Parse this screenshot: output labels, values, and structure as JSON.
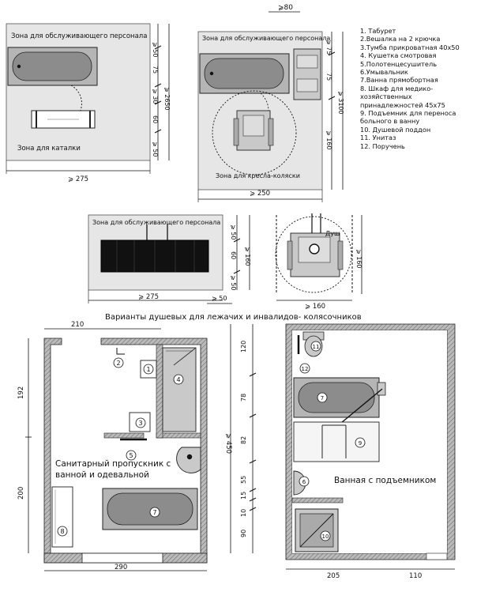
{
  "top_dim": "⩾80",
  "legend": [
    "1. Табурет",
    "2.Вешалка на 2 крючка",
    "3.Тумба прикроватная 40x50",
    "4. Кушетка смотровая",
    "5.Полотенцесушитель",
    "6.Умывальник",
    "7.Ванна прямобортная",
    "8. Шкаф для медико-хозяйственных принадлежностей 45x75",
    "9. Подъемник для переноса больного в ванну",
    "10. Душевой поддон",
    "11. Унитаз",
    "12. Поручень"
  ],
  "plan1": {
    "zone_staff": "Зона для обслуживающего персонала",
    "zone_cart": "Зона для каталки",
    "dims": {
      "d50a": "⩾ 50",
      "d75": "75",
      "d30": "⩾ 30",
      "d60": "60",
      "d50b": "⩾ 50",
      "total_v": "⩾ 2650",
      "total_h": "⩾ 275"
    }
  },
  "plan2": {
    "zone_staff": "Зона для обслуживающего персонала",
    "zone_chair": "Зона для кресла-коляски",
    "dims": {
      "d75a": "⩾ 75",
      "d75b": "75",
      "total_v": "⩾ 3100",
      "d160": "⩾ 160",
      "total_h": "⩾ 250"
    }
  },
  "plan3": {
    "zone_staff": "Зона для обслуживающего персонала",
    "dims": {
      "d50a": "⩾ 50",
      "d60": "60",
      "d50b": "⩾ 50",
      "d160": "⩾ 160",
      "total_h": "⩾ 275",
      "d50c": "⩾ 50"
    }
  },
  "plan4": {
    "shower_label": "Душ",
    "dims": {
      "d160v": "⩾ 160",
      "d160h": "⩾ 160"
    }
  },
  "section_title": "Варианты душевых для лежачих и инвалидов- колясочников",
  "plan5": {
    "title_line1": "Санитарный пропускник с",
    "title_line2": "ванной и одевальной",
    "dims": {
      "top": "210",
      "left_top": "192",
      "left_bottom": "200",
      "bottom": "290"
    },
    "markers": [
      "1",
      "2",
      "3",
      "4",
      "5",
      "7",
      "8"
    ]
  },
  "middle_dims": {
    "total": "⩾ 450",
    "d120": "120",
    "d78": "78",
    "d82": "82",
    "d55": "55",
    "d15": "15",
    "d10": "10",
    "d90": "90"
  },
  "plan6": {
    "title": "Ванная с подъемником",
    "dims": {
      "bottom": "205",
      "bottom_right": "110"
    },
    "markers": [
      "11",
      "12",
      "7",
      "9",
      "6",
      "10"
    ]
  }
}
